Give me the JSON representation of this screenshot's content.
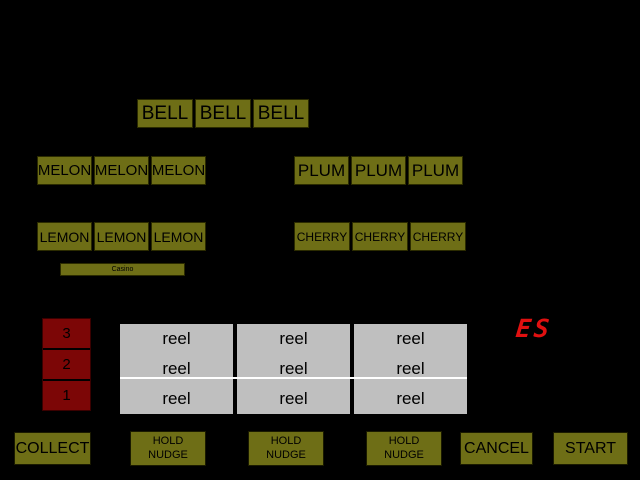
{
  "symbols": {
    "bell": [
      "BELL",
      "BELL",
      "BELL"
    ],
    "melon": [
      "MELON",
      "MELON",
      "MELON"
    ],
    "plum": [
      "PLUM",
      "PLUM",
      "PLUM"
    ],
    "lemon": [
      "LEMON",
      "LEMON",
      "LEMON"
    ],
    "cherry": [
      "CHERRY",
      "CHERRY",
      "CHERRY"
    ]
  },
  "casino": {
    "label": "Casino"
  },
  "winline": {
    "numbers": [
      "3",
      "2",
      "1"
    ]
  },
  "reels": {
    "columns": 3,
    "rows": 3,
    "cell_label": "reel"
  },
  "display": {
    "value": "ES",
    "color": "#e01010"
  },
  "buttons": {
    "collect": "COLLECT",
    "hold1": "HOLD\nNUDGE",
    "hold2": "HOLD\nNUDGE",
    "hold3": "HOLD\nNUDGE",
    "cancel": "CANCEL",
    "start": "START"
  },
  "colors": {
    "background": "#000000",
    "panel": "#6e6e16",
    "panel_border": "#2b2b00",
    "reel_background": "#bfbfbf",
    "win_column_background": "#7c0606",
    "win_line": "#ffffff",
    "display_red": "#e01010"
  }
}
